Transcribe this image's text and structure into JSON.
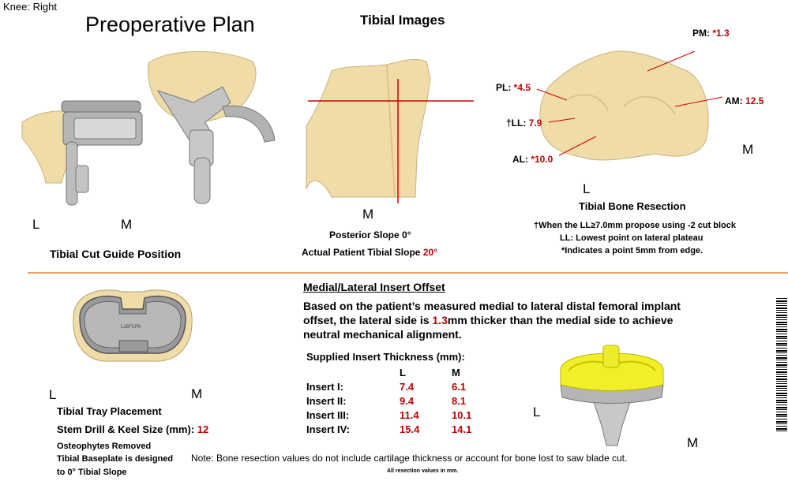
{
  "header": {
    "knee": "Knee: Right",
    "title": "Preoperative Plan",
    "tibial_images": "Tibial Images"
  },
  "cut_guide": {
    "left": "L",
    "medial": "M",
    "caption": "Tibial Cut Guide Position"
  },
  "sagittal": {
    "medial": "M",
    "posterior_slope": "Posterior Slope 0°",
    "actual_prefix": "Actual Patient Tibial Slope ",
    "actual_value": "20°"
  },
  "resection": {
    "points": {
      "pm": {
        "label": "PM: ",
        "value": "*1.3"
      },
      "pl": {
        "label": "PL: ",
        "value": "*4.5"
      },
      "am": {
        "label": "AM: ",
        "value": "12.5"
      },
      "ll": {
        "label": "†LL: ",
        "value": "7.9"
      },
      "al": {
        "label": "AL: ",
        "value": "*10.0"
      }
    },
    "medial": "M",
    "lateral": "L",
    "title": "Tibial Bone Resection",
    "note1": "†When the LL≥7.0mm propose using -2 cut block",
    "note2": "LL: Lowest point on lateral plateau",
    "note3": "*Indicates a point 5mm from edge."
  },
  "tray": {
    "left": "L",
    "medial": "M",
    "engraving": "L26FCP0",
    "placement": "Tibial Tray Placement",
    "stem_label": "Stem Drill & Keel Size (mm): ",
    "stem_value": "12",
    "osteophytes": "Osteophytes Removed",
    "baseplate1": "Tibial Baseplate is designed",
    "baseplate2": "to 0° Tibial Slope"
  },
  "offset": {
    "heading": "Medial/Lateral Insert Offset",
    "line1": "Based on the patient’s measured medial to lateral distal femoral implant",
    "line2_prefix": "offset, the lateral side is ",
    "line2_value": "1.3",
    "line2_suffix": "mm thicker than the medial side to achieve",
    "line3": "neutral mechanical alignment.",
    "supplied": "Supplied Insert Thickness (mm):",
    "col_l": "L",
    "col_m": "M",
    "rows": [
      {
        "name": "Insert I:",
        "l": "7.4",
        "m": "6.1"
      },
      {
        "name": "Insert II:",
        "l": "9.4",
        "m": "8.1"
      },
      {
        "name": "Insert III:",
        "l": "11.4",
        "m": "10.1"
      },
      {
        "name": "Insert IV:",
        "l": "15.4",
        "m": "14.1"
      }
    ]
  },
  "implant": {
    "lateral": "L",
    "medial": "M"
  },
  "footer": {
    "note": "Note: Bone resection values do not include cartilage thickness or account for bone lost to saw blade cut.",
    "small": "All resection values in mm."
  },
  "colors": {
    "bone": "#efdca8",
    "accent_red": "#c00000",
    "divider": "#e8a36a",
    "insert_yellow": "#f2ee2a"
  }
}
